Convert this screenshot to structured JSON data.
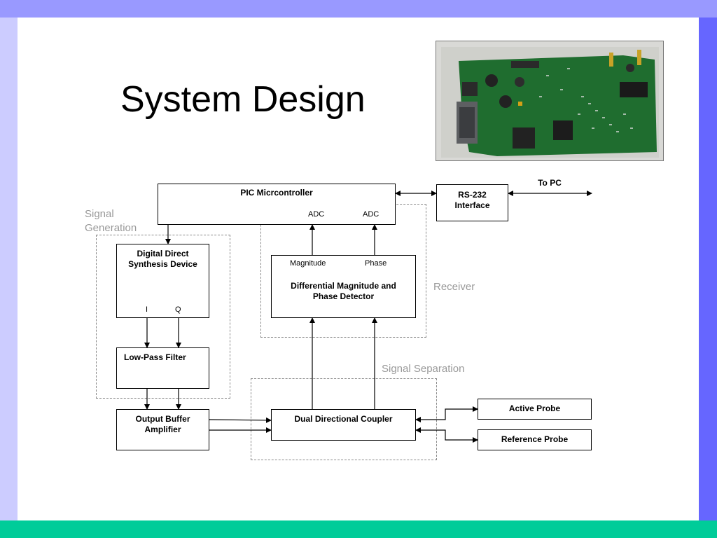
{
  "slide": {
    "title": "System Design",
    "colors": {
      "top_bar": "#9999ff",
      "left_bar": "#ccccff",
      "right_bar": "#6666ff",
      "bottom_bar": "#00cc99",
      "group_label": "#999999"
    }
  },
  "photo": {
    "description_icon": "circuit-board-photo"
  },
  "diagram": {
    "groups": {
      "signal_generation_line1": "Signal",
      "signal_generation_line2": "Generation",
      "receiver": "Receiver",
      "signal_separation": "Signal Separation"
    },
    "blocks": {
      "pic": "PIC Micrcontroller",
      "rs232_line1": "RS-232",
      "rs232_line2": "Interface",
      "dds_line1": "Digital Direct",
      "dds_line2": "Synthesis Device",
      "lpf": "Low-Pass Filter",
      "buffer_line1": "Output Buffer",
      "buffer_line2": "Amplifier",
      "detector_line1": "Differential Magnitude and",
      "detector_line2": "Phase Detector",
      "coupler": "Dual Directional Coupler",
      "active_probe": "Active Probe",
      "reference_probe": "Reference Probe"
    },
    "ports": {
      "adc1": "ADC",
      "adc2": "ADC",
      "i": "I",
      "q": "Q",
      "magnitude": "Magnitude",
      "phase": "Phase"
    },
    "to_pc": "To PC"
  }
}
